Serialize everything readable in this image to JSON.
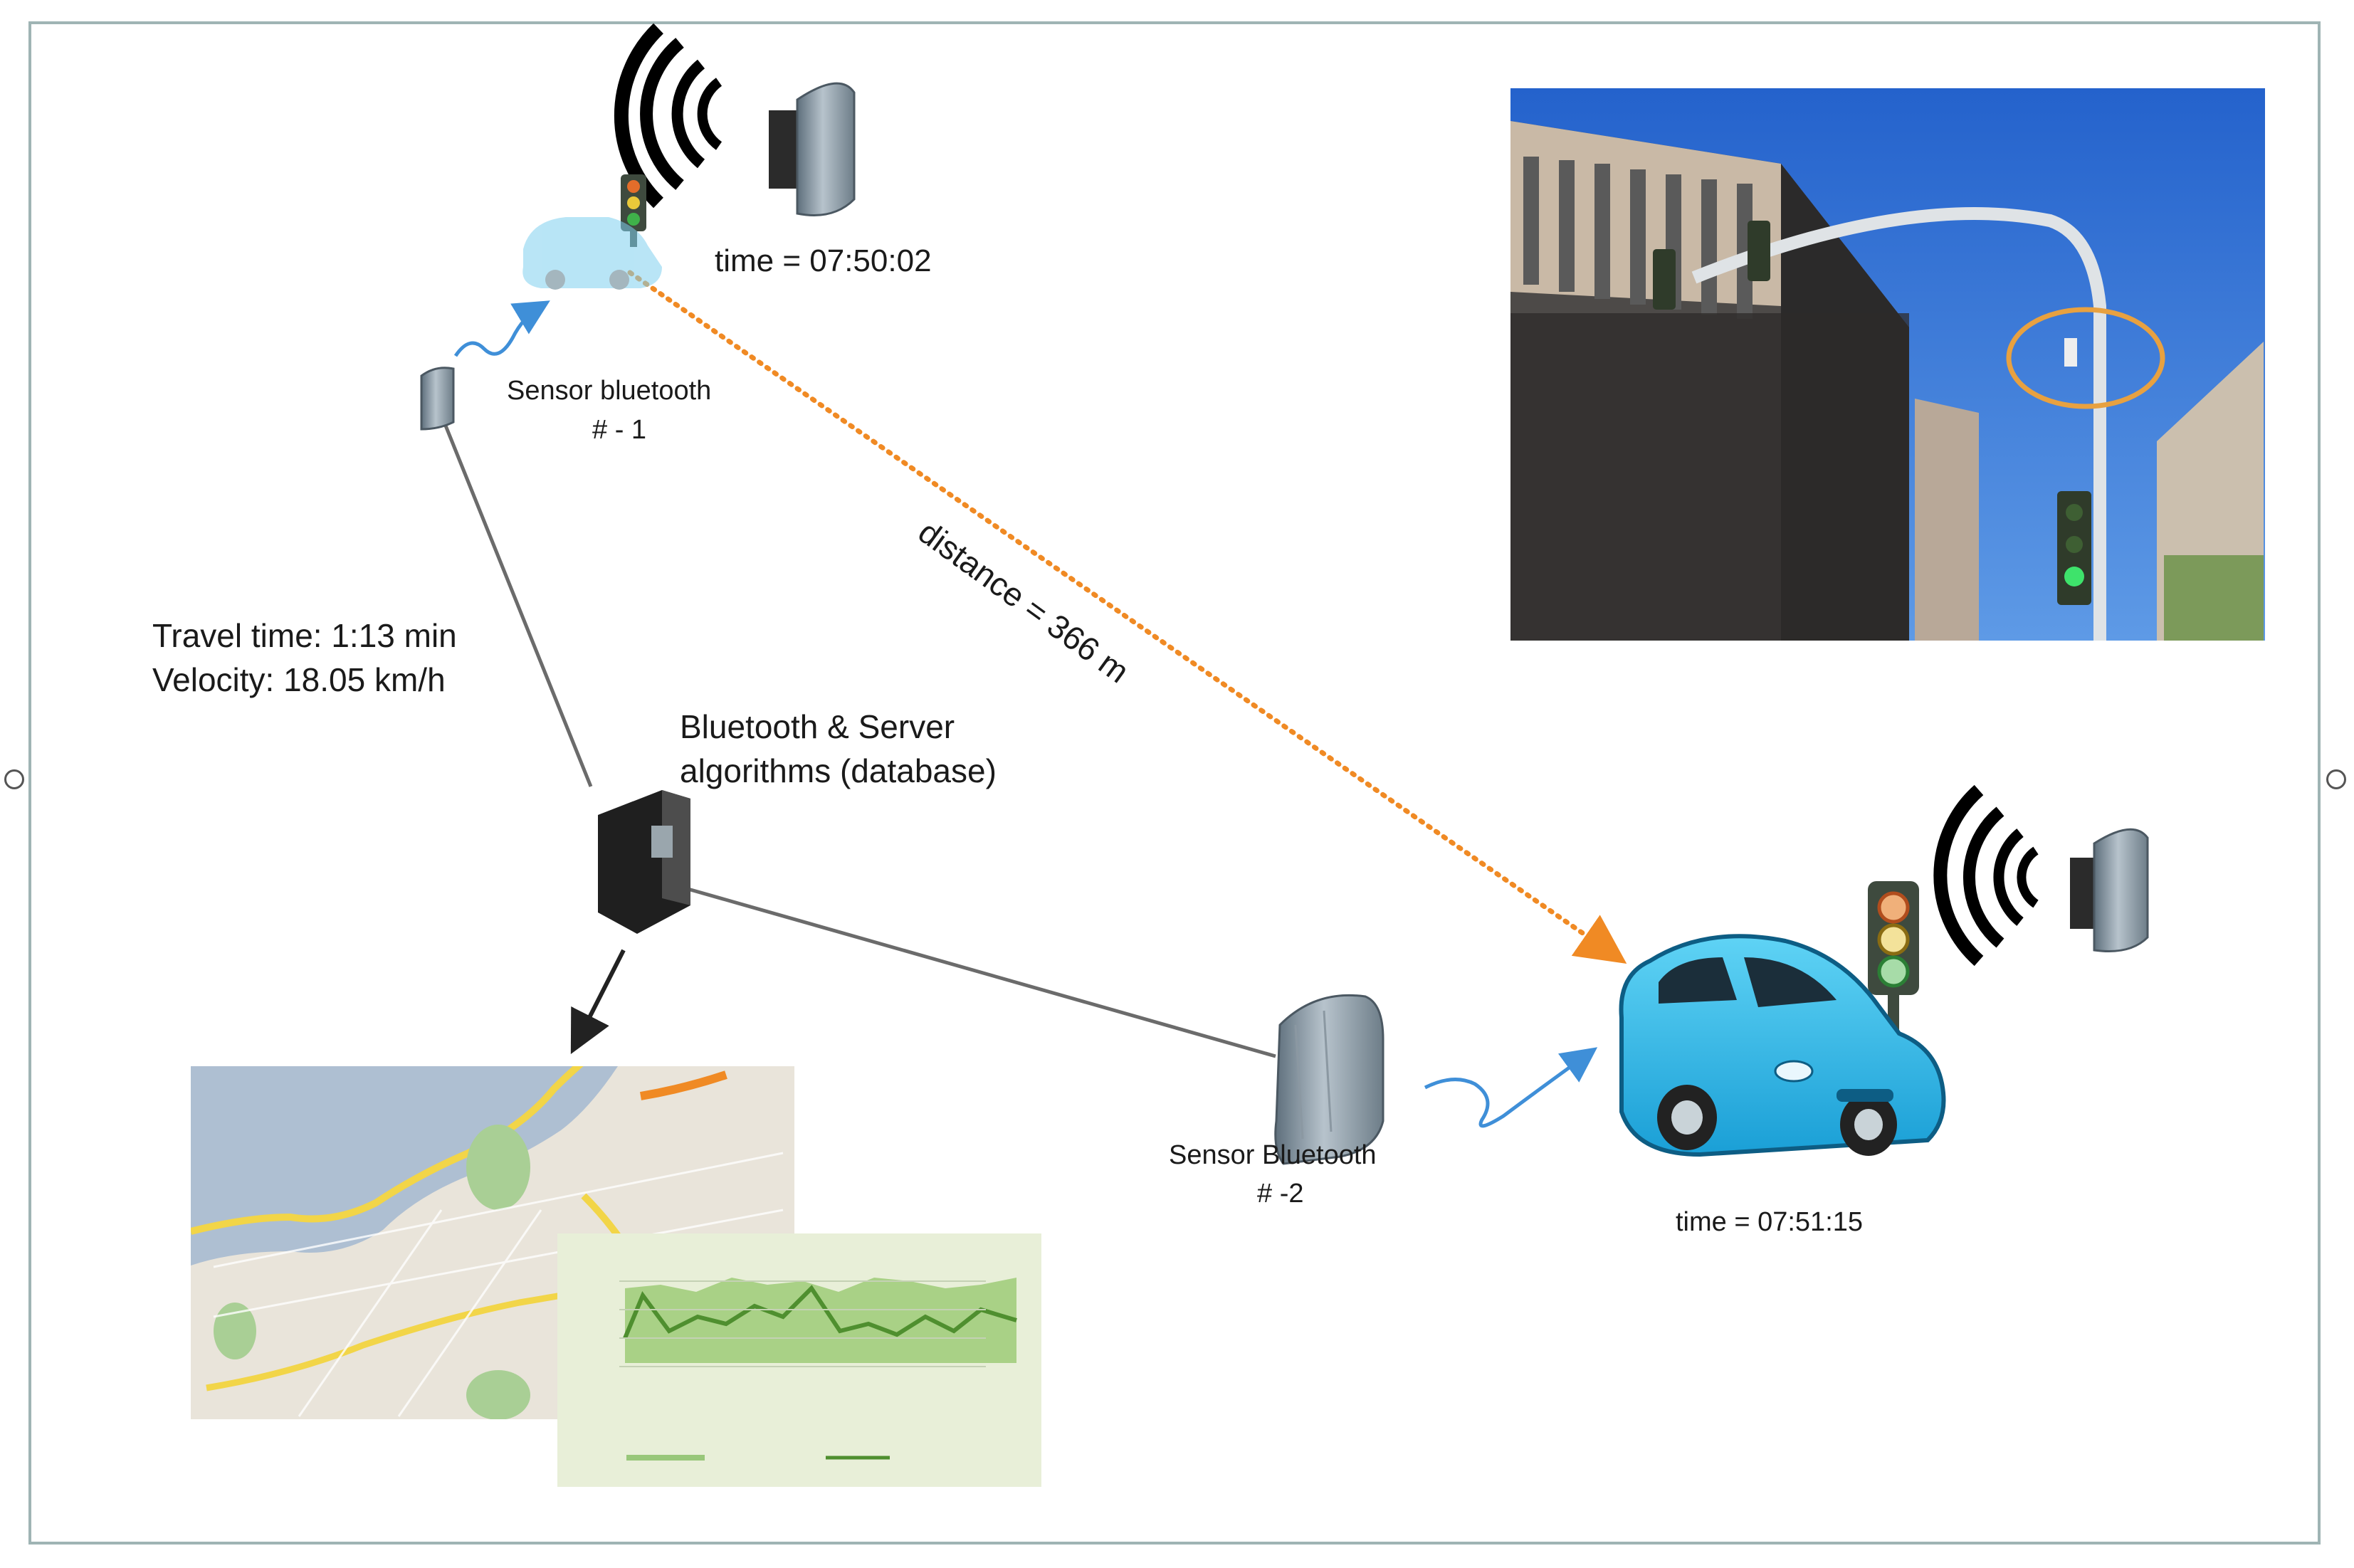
{
  "labels": {
    "time1": "time = 07:50:02",
    "sensor1_line1": "Sensor bluetooth",
    "sensor1_line2": "# - 1",
    "distance": "distance = 366 m",
    "travel_time": "Travel time: 1:13 min",
    "velocity": "Velocity: 18.05 km/h",
    "server_line1": "Bluetooth & Server",
    "server_line2": "algorithms (database)",
    "sensor2_line1": "Sensor Bluetooth",
    "sensor2_line2": "# -2",
    "time2": "time = 07:51:15"
  },
  "colors": {
    "frame": "#9fb4b4",
    "distance_line": "#f08a24",
    "connector": "#6b6b6b",
    "car": "#27b6ea",
    "sky": "#2f6fd6",
    "map_water": "#aebfd2",
    "map_land": "#e9e4da",
    "chart_bg": "#e8efd8",
    "chart_area": "#a9d186",
    "chart_line": "#4f8f2f"
  },
  "icons": [
    "bluetooth-signal-icon",
    "traffic-light-icon",
    "car-icon",
    "bluetooth-sensor-icon",
    "server-tower-icon"
  ]
}
